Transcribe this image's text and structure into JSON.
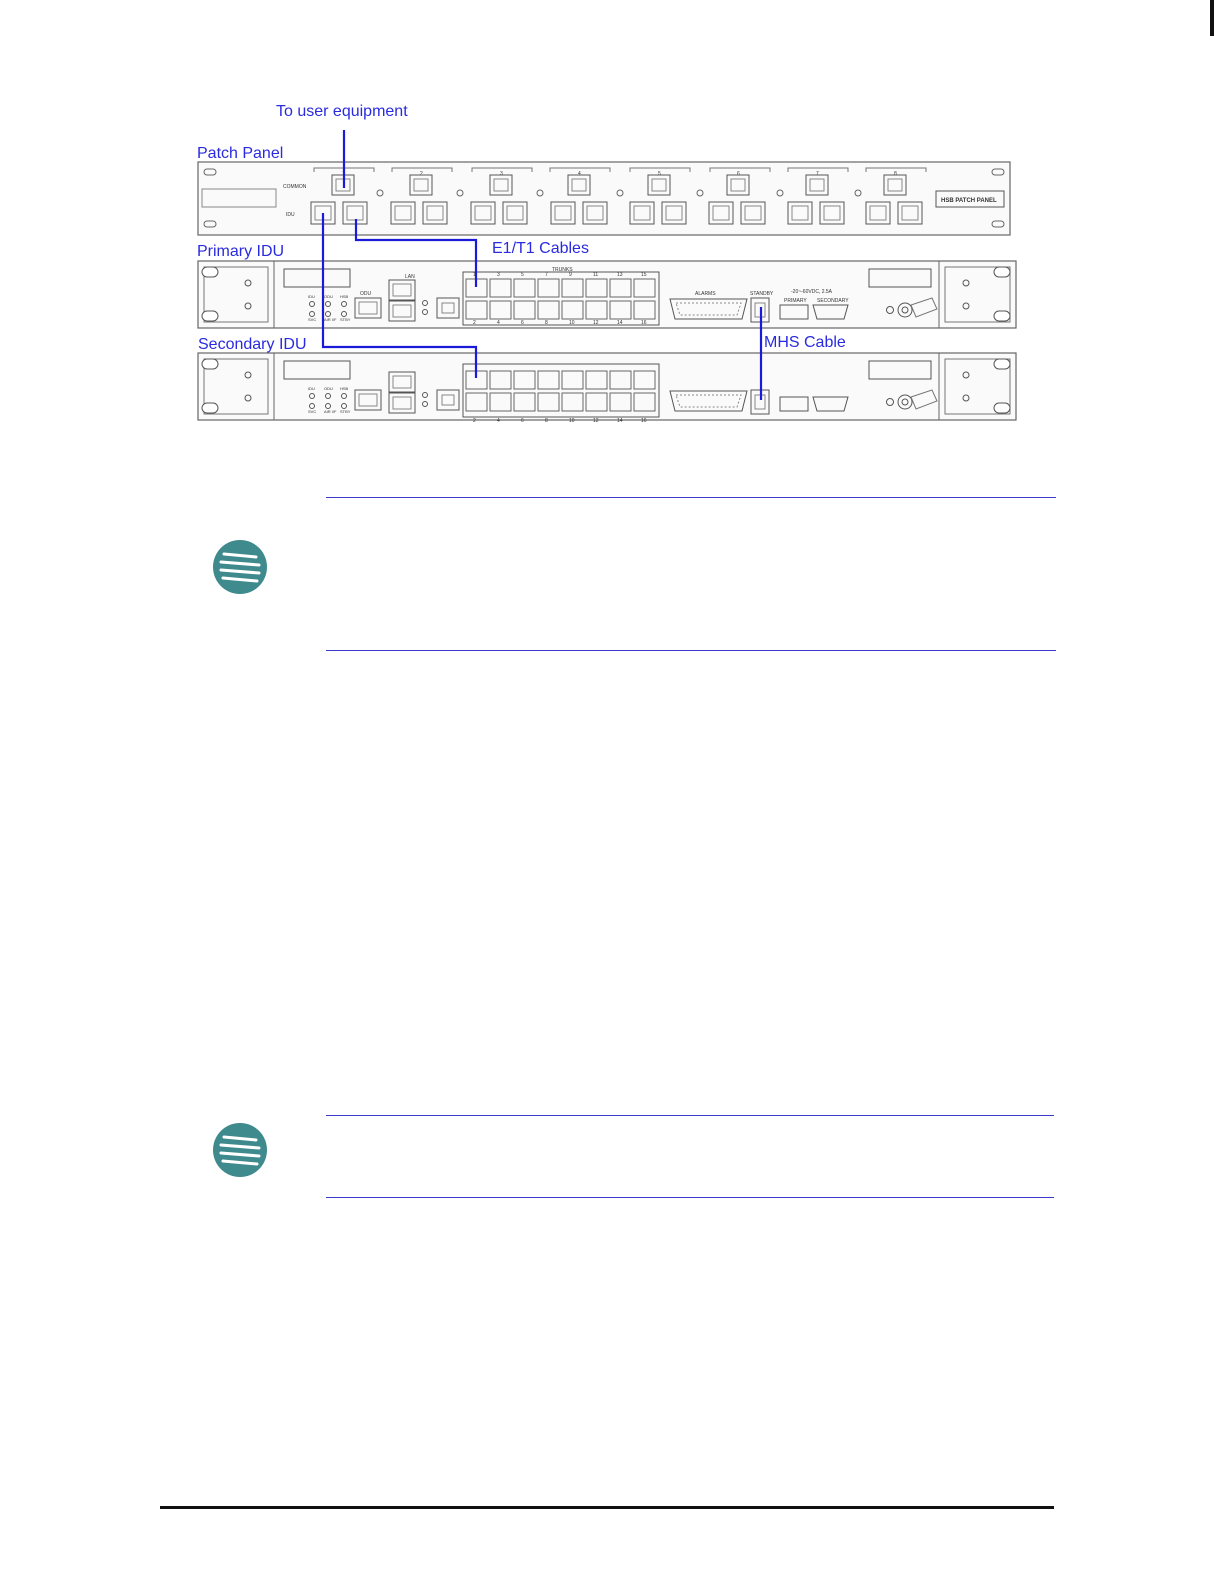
{
  "figure": {
    "labels": {
      "to_user": "To user equipment",
      "patch_panel": "Patch Panel",
      "primary_idu": "Primary IDU",
      "e1t1": "E1/T1 Cables",
      "secondary_idu": "Secondary IDU",
      "mhs": "MHS Cable"
    },
    "panel_text": {
      "common": "COMMON",
      "idu": "IDU",
      "hsb": "HSB PATCH PANEL",
      "lan": "LAN",
      "trunks": "TRUNKS",
      "alarms": "ALARMS",
      "standby": "STANDBY",
      "power": "-20~-60VDC, 2.5A",
      "primary": "PRIMARY",
      "secondary": "SECONDARY",
      "odu": "ODU"
    },
    "patch_numbers": [
      "1",
      "2",
      "3",
      "4",
      "5",
      "6",
      "7",
      "8"
    ],
    "trunk_top_numbers": [
      "1",
      "3",
      "5",
      "7",
      "9",
      "11",
      "13",
      "15"
    ],
    "trunk_bottom_numbers": [
      "2",
      "4",
      "6",
      "8",
      "10",
      "12",
      "14",
      "16"
    ],
    "led_labels": [
      "IDU",
      "ODU",
      "HSB",
      "SVC",
      "AIR I/F",
      "STBY"
    ]
  },
  "notes": [
    {
      "icon": "note-icon"
    },
    {
      "icon": "note-icon"
    }
  ]
}
